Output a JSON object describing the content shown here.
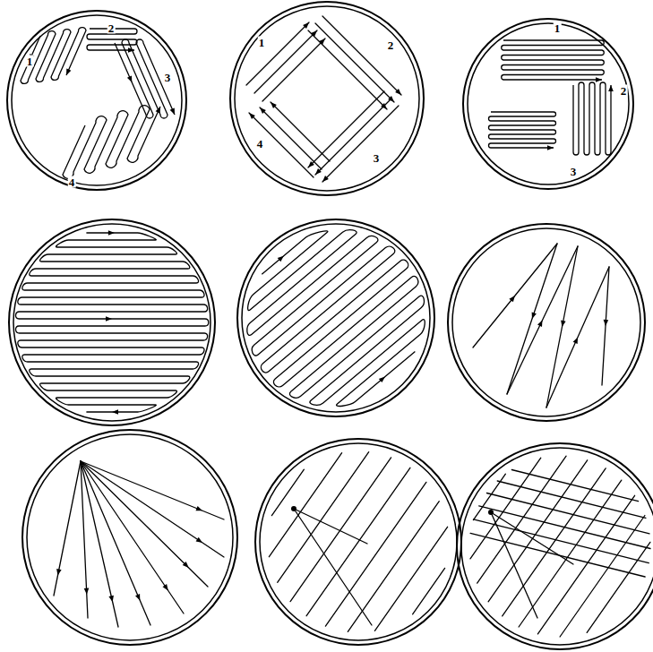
{
  "diagram": {
    "labels": [
      "1",
      "2",
      "3",
      "4",
      "1",
      "2",
      "3",
      "4",
      "1",
      "2",
      "3"
    ]
  }
}
